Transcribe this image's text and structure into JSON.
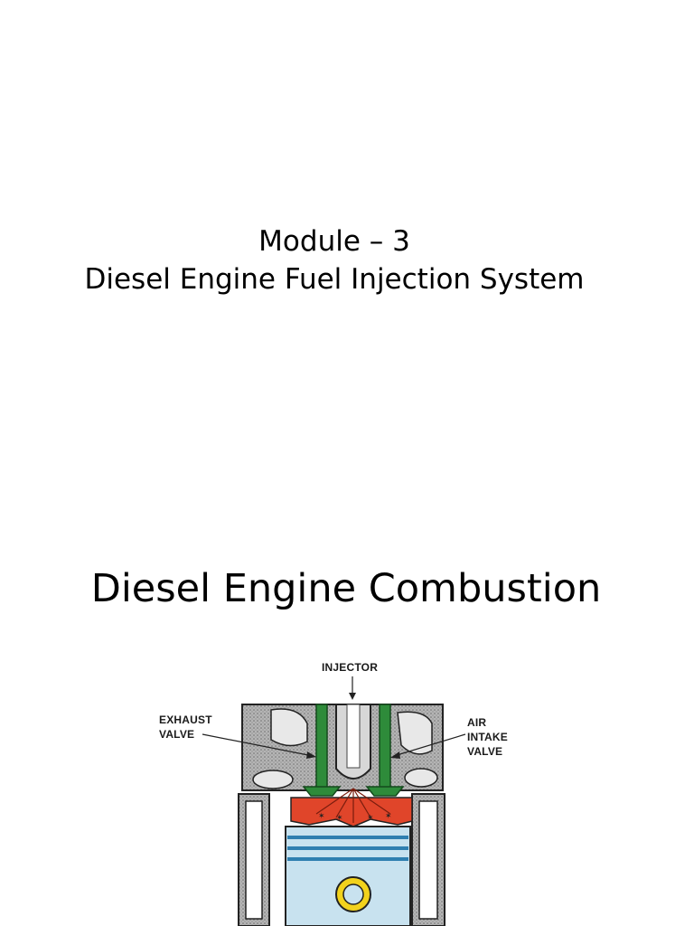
{
  "slide1": {
    "module_line": "Module – 3",
    "title_line": "Diesel Engine Fuel Injection System"
  },
  "slide2": {
    "title": "Diesel Engine Combustion",
    "diagram": {
      "labels": {
        "injector": "INJECTOR",
        "exhaust_1": "EXHAUST",
        "exhaust_2": "VALVE",
        "air_1": "AIR",
        "air_2": "INTAKE",
        "air_3": "VALVE"
      },
      "colors": {
        "valve": "#2e8b3a",
        "combustion": "#e0452a",
        "piston": "#c8e2ef",
        "ring": "#2f7fb0",
        "pin": "#f2d21c",
        "block": "#9a9a9a"
      }
    }
  }
}
